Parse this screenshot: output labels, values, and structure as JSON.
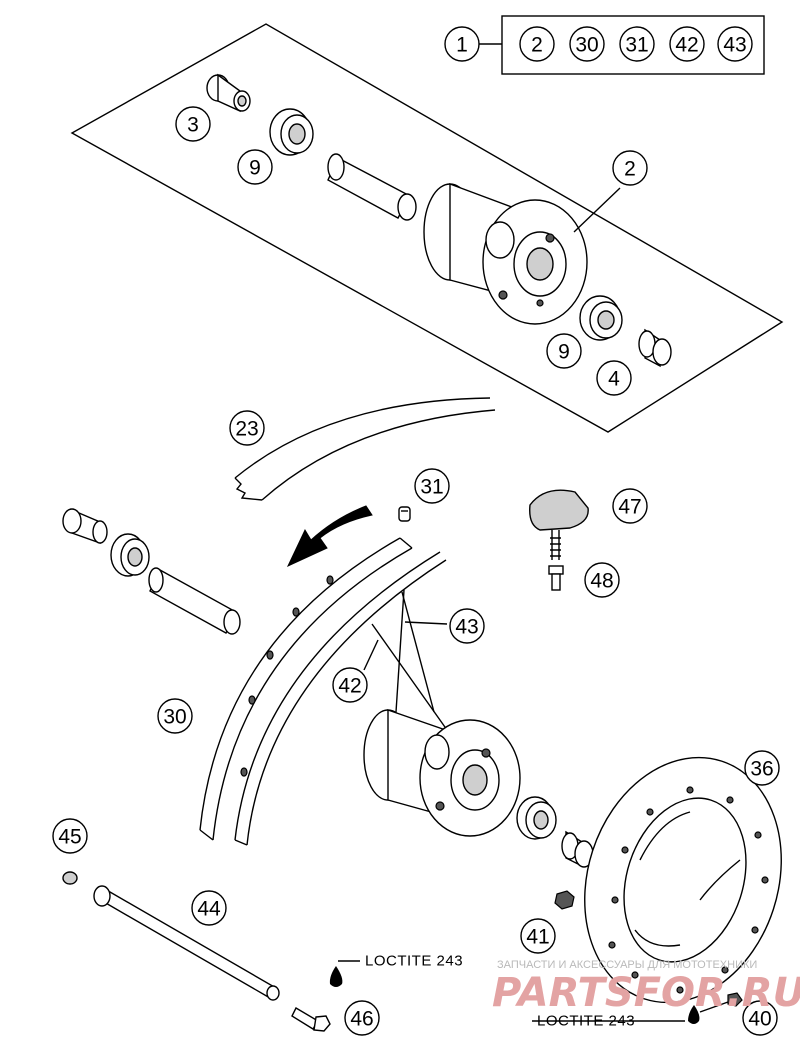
{
  "kit_header": {
    "main_ref": "1",
    "contents": [
      "2",
      "30",
      "31",
      "42",
      "43"
    ]
  },
  "callouts": {
    "c2_hub": "2",
    "c3": "3",
    "c9_top": "9",
    "c9_bottom": "9",
    "c4": "4",
    "c23": "23",
    "c31": "31",
    "c47": "47",
    "c48": "48",
    "c43": "43",
    "c42": "42",
    "c30": "30",
    "c36": "36",
    "c45": "45",
    "c44": "44",
    "c41": "41",
    "c46": "46",
    "c40": "40"
  },
  "notes": {
    "loctite_axle": "LOCTITE 243",
    "loctite_disc": "LOCTITE 243"
  },
  "watermark": {
    "caption": "ЗАПЧАСТИ И АКСЕССУАРЫ ДЛЯ МОТОТЕХНИКИ",
    "logo_text": "PARTSFOR.RU",
    "logo_color": "#e3a3a3"
  },
  "colors": {
    "line": "#000000",
    "background": "#ffffff",
    "part_shade": "#cfcfcf"
  }
}
